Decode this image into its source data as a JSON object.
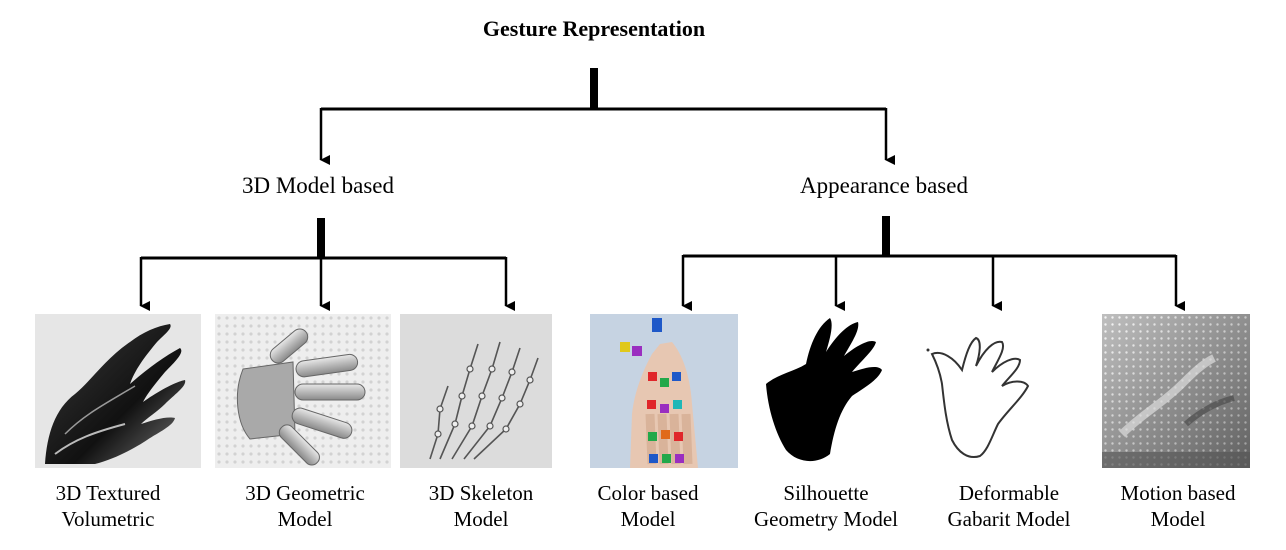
{
  "title": "Gesture Representation",
  "categories": [
    {
      "label": "3D Model based"
    },
    {
      "label": "Appearance based"
    }
  ],
  "leaves": [
    {
      "label": "3D Textured\nVolumetric",
      "thumb": "dark-textured-hand-photo"
    },
    {
      "label": "3D Geometric\nModel",
      "thumb": "cylinder-hand-model"
    },
    {
      "label": "3D Skeleton\nModel",
      "thumb": "skeleton-hand-sketch"
    },
    {
      "label": "Color based\nModel",
      "thumb": "colored-marker-hand-photo"
    },
    {
      "label": "Silhouette\nGeometry Model",
      "thumb": "black-hand-silhouette"
    },
    {
      "label": "Deformable\nGabarit Model",
      "thumb": "hand-contour-outline"
    },
    {
      "label": "Motion based\nModel",
      "thumb": "motion-field-image"
    }
  ]
}
